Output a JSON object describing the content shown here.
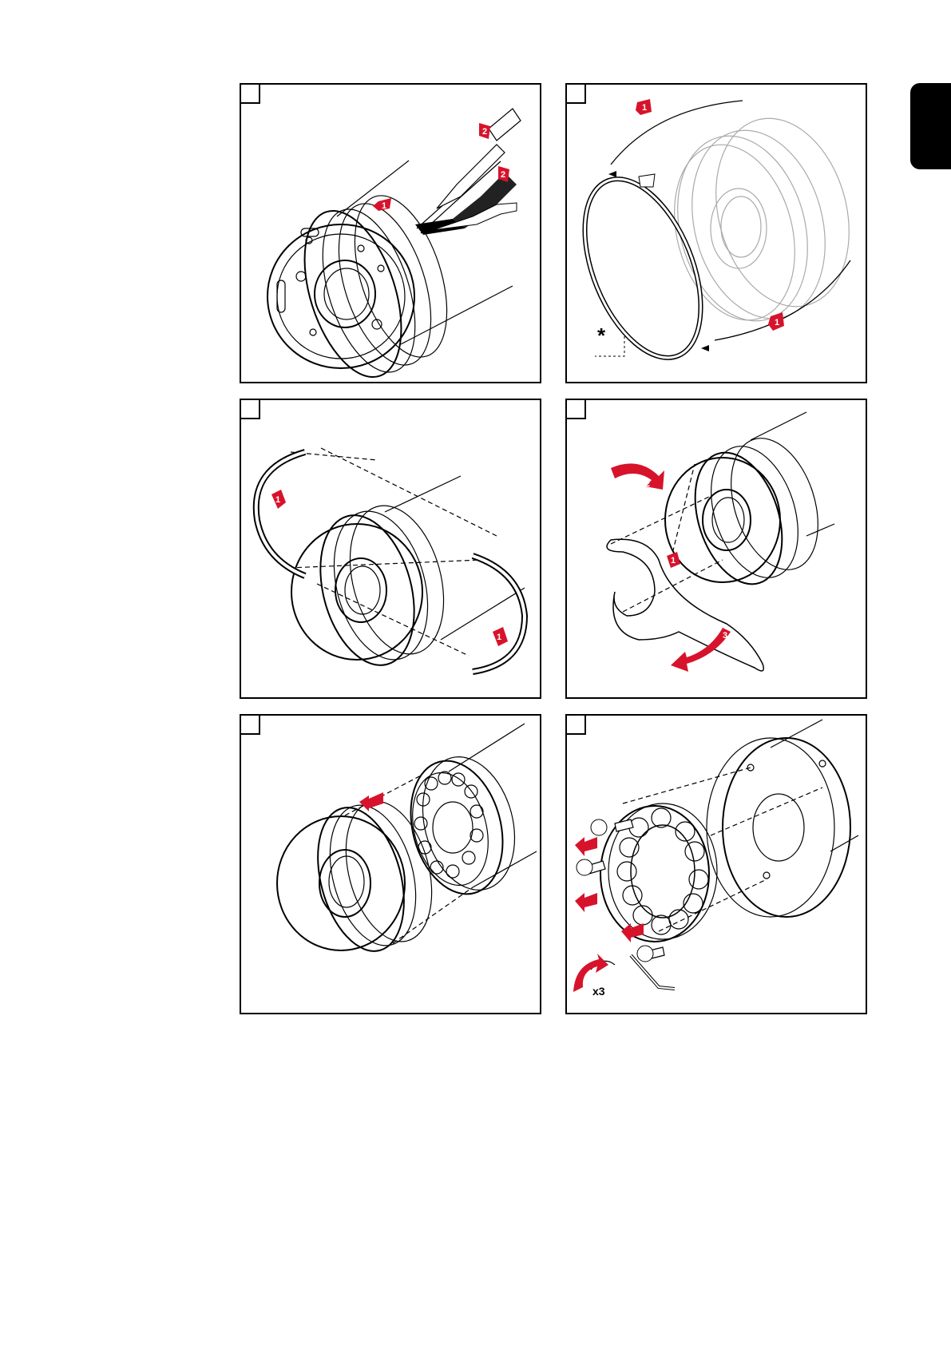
{
  "page": {
    "tab_color": "#000000",
    "accent_color": "#d7132c"
  },
  "panels": [
    {
      "id": "step-1",
      "step_number": "",
      "arrow_labels": [
        "1",
        "2",
        "2"
      ]
    },
    {
      "id": "step-2",
      "step_number": "",
      "arrow_labels": [
        "1",
        "1"
      ],
      "note_marker": "*"
    },
    {
      "id": "step-3",
      "step_number": "",
      "arrow_labels": [
        "1",
        "1"
      ]
    },
    {
      "id": "step-4",
      "step_number": "",
      "arrow_labels": [
        "2",
        "1",
        "3"
      ]
    },
    {
      "id": "step-5",
      "step_number": "",
      "arrow_labels": []
    },
    {
      "id": "step-6",
      "step_number": "",
      "arrow_labels": [],
      "quantity_label": "x3"
    }
  ]
}
